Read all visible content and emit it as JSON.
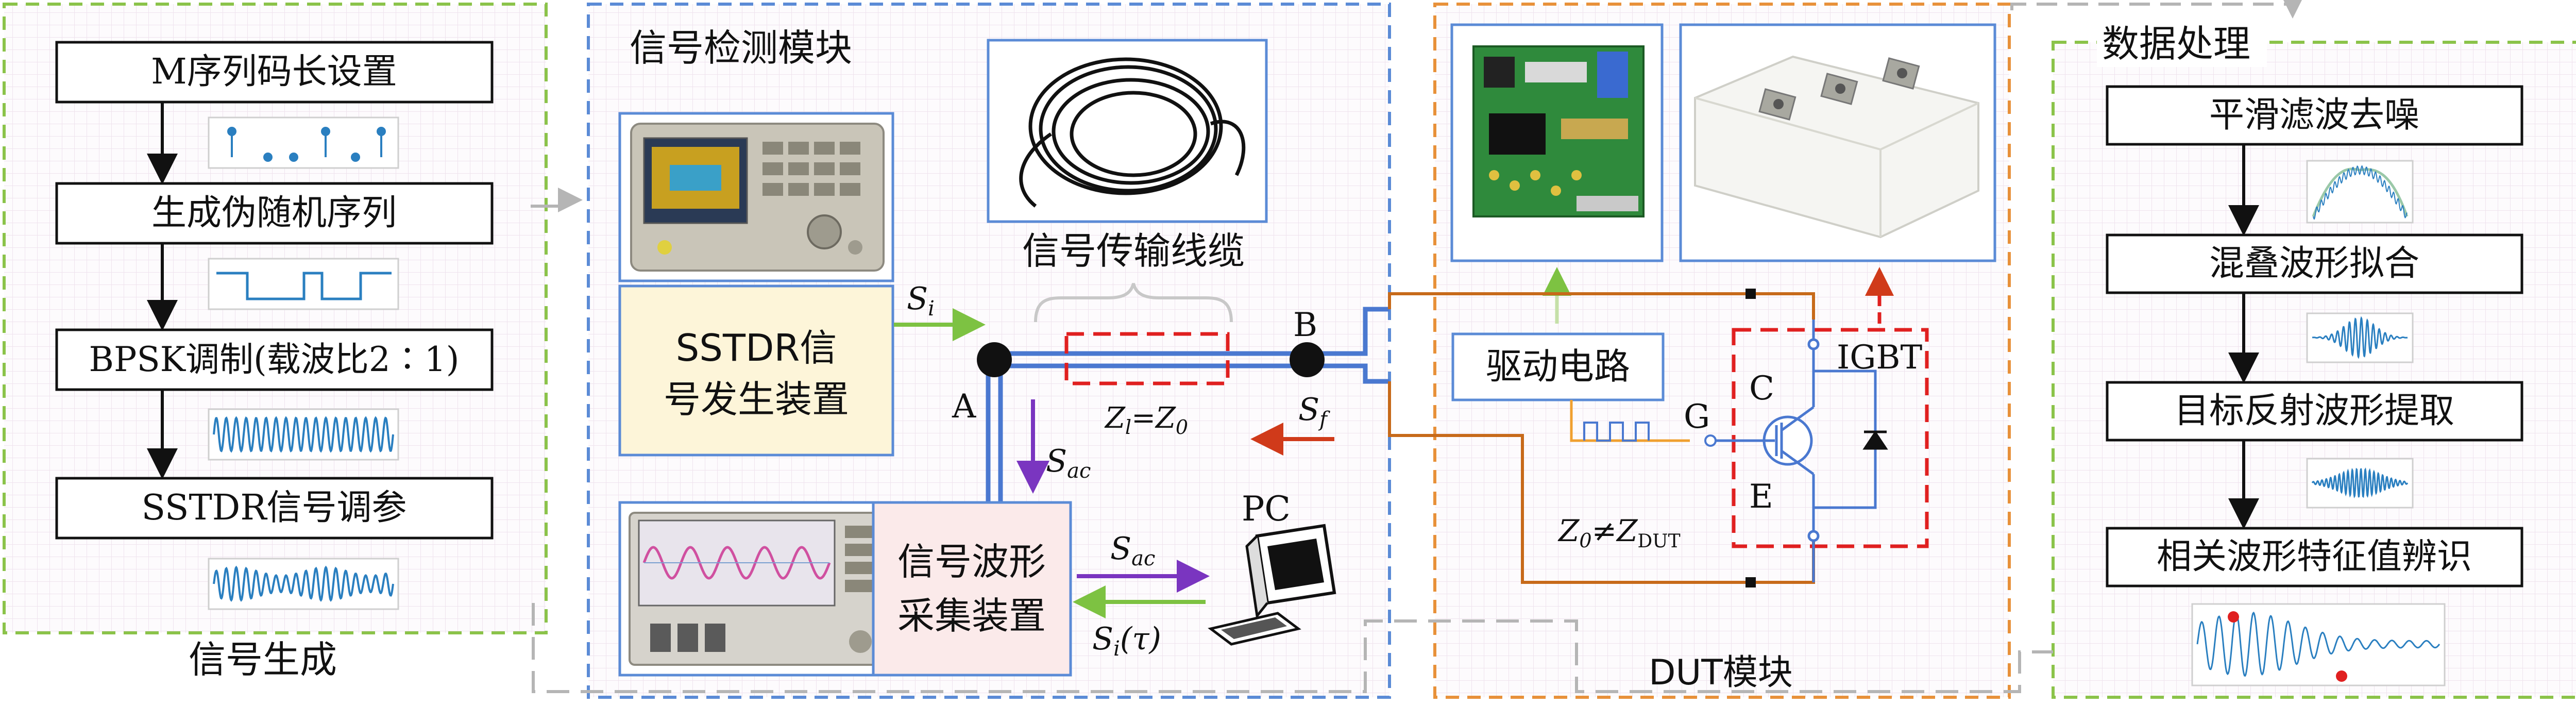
{
  "panels": {
    "generation": {
      "title": "信号生成",
      "steps": [
        "M序列码长设置",
        "生成伪随机序列",
        "BPSK调制(载波比2∶1)",
        "SSTDR信号调参"
      ]
    },
    "detection": {
      "title": "信号检测模块",
      "cable_label": "信号传输线缆",
      "generator_label_line1": "SSTDR信",
      "generator_label_line2": "号发生装置",
      "acquisition_label_line1": "信号波形",
      "acquisition_label_line2": "采集装置",
      "pc_label": "PC",
      "node_a": "A",
      "node_b": "B",
      "signal_si": "S",
      "signal_si_sub": "i",
      "signal_sf": "S",
      "signal_sf_sub": "f",
      "signal_sac": "S",
      "signal_sac_sub": "ac",
      "signal_sac2": "S",
      "signal_sac2_sub": "ac",
      "signal_sitau": "S",
      "signal_sitau_sub": "i",
      "signal_sitau_arg": "(τ)",
      "impedance_z": "Z",
      "impedance_z_sub": "l",
      "impedance_eq": "=Z",
      "impedance_eq_sub": "0"
    },
    "dut": {
      "title": "DUT模块",
      "driver_label": "驱动电路",
      "igbt_label": "IGBT",
      "pin_g": "G",
      "pin_c": "C",
      "pin_e": "E",
      "mismatch_z": "Z",
      "mismatch_sub0": "0",
      "mismatch_neq": "≠Z",
      "mismatch_subdut": "DUT"
    },
    "processing": {
      "title": "数据处理",
      "steps": [
        "平滑滤波去噪",
        "混叠波形拟合",
        "目标反射波形提取",
        "相关波形特征值辨识"
      ]
    }
  },
  "colors": {
    "generation_border": "#8bc34a",
    "detection_border": "#5b8bd6",
    "dut_border": "#e8913a",
    "processing_border": "#8bc34a",
    "cable_blue": "#4a78d0",
    "fault_red": "#e02020",
    "arrow_green": "#7dc242",
    "arrow_red": "#d03a1a",
    "arrow_purple": "#7a35c0",
    "wire_brown": "#c76a1a",
    "waveform_blue": "#2a7fc0",
    "generator_fill": "#fdf5d9",
    "acquisition_fill": "#fbeaea"
  }
}
